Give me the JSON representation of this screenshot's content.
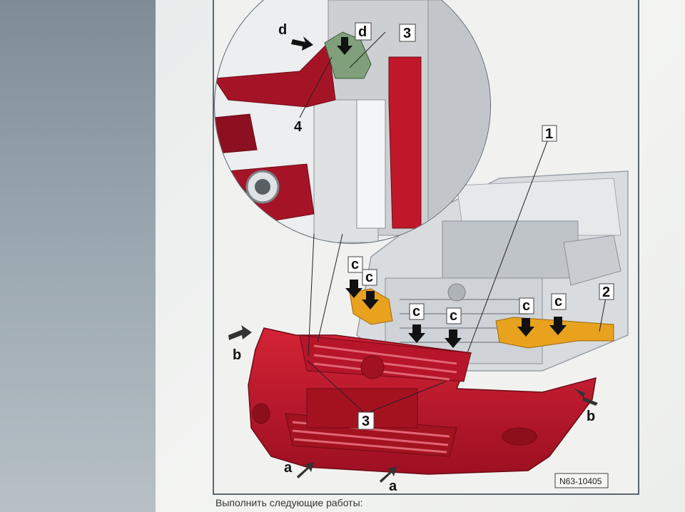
{
  "figure": {
    "callouts": {
      "n1": "1",
      "n2": "2",
      "n3_top": "3",
      "n3_bottom": "3",
      "n4": "4",
      "d_left": "d",
      "d_right": "d",
      "c1": "c",
      "c2": "c",
      "c3": "c",
      "c4": "c",
      "c5": "c",
      "c6": "c",
      "b_left": "b",
      "b_right": "b",
      "a_left": "a",
      "a_right": "a"
    },
    "code": "N63-10405"
  },
  "caption": "Выполнить следующие работы:",
  "colors": {
    "bumper": "#c0182a",
    "bracket": "#e8a21e",
    "engine": "#d4d7da",
    "frame": "#5c6670"
  }
}
